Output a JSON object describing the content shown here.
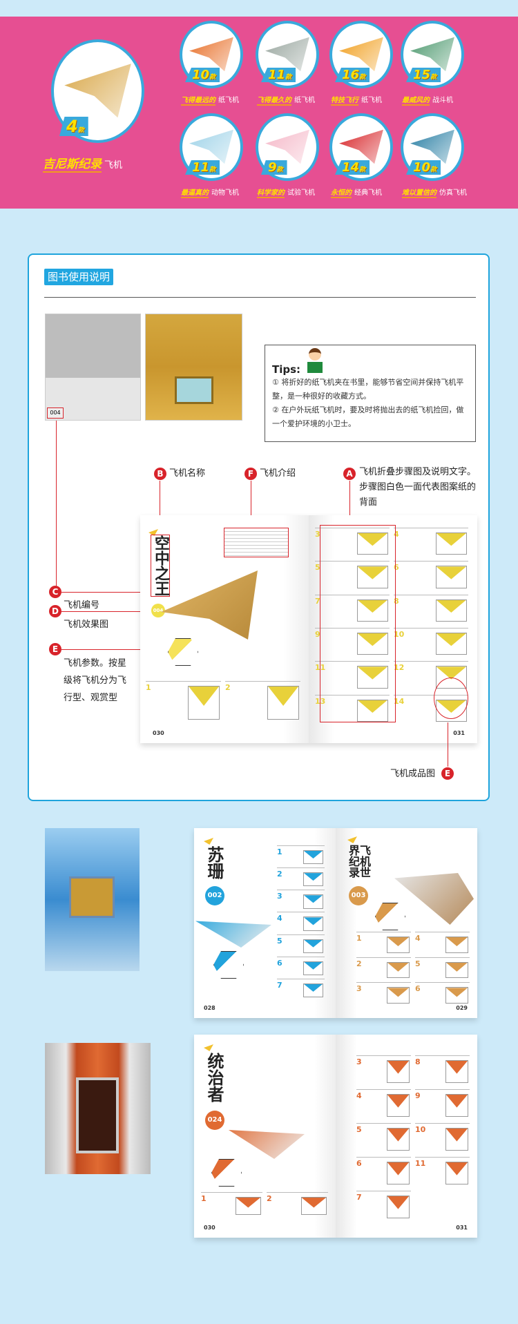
{
  "showcase": {
    "featured": {
      "count": "4",
      "unit": "款",
      "highlight": "吉尼斯纪录",
      "suffix": "飞机",
      "color": "#d9a84a"
    },
    "items": [
      {
        "count": "10",
        "unit": "款",
        "highlight": "飞得最远的",
        "suffix": "纸飞机",
        "color": "#e8702a"
      },
      {
        "count": "11",
        "unit": "款",
        "highlight": "飞得最久的",
        "suffix": "纸飞机",
        "color": "#9aa7a0"
      },
      {
        "count": "16",
        "unit": "款",
        "highlight": "特技飞行",
        "suffix": "纸飞机",
        "color": "#f1a021"
      },
      {
        "count": "15",
        "unit": "款",
        "highlight": "最威风的",
        "suffix": "战斗机",
        "color": "#4f9a70"
      },
      {
        "count": "11",
        "unit": "款",
        "highlight": "最逼真的",
        "suffix": "动物飞机",
        "color": "#9fd3e8"
      },
      {
        "count": "9",
        "unit": "款",
        "highlight": "科学家的",
        "suffix": "试验飞机",
        "color": "#f5b8c8"
      },
      {
        "count": "14",
        "unit": "款",
        "highlight": "永恒的",
        "suffix": "经典飞机",
        "color": "#d8272b"
      },
      {
        "count": "10",
        "unit": "款",
        "highlight": "难以置信的",
        "suffix": "仿真飞机",
        "color": "#2a7fa4"
      }
    ]
  },
  "guide": {
    "title": "图书使用说明",
    "sample_number": "004",
    "tips": {
      "heading": "Tips:",
      "line1": "① 将折好的纸飞机夹在书里，能够节省空间并保持飞机平整，是一种很好的收藏方式。",
      "line2": "② 在户外玩纸飞机时，要及时将抛出去的纸飞机捡回，做一个爱护环境的小卫士。"
    },
    "callouts": {
      "A": {
        "letter": "A",
        "text": "飞机折叠步骤图及说明文字。步骤图白色一面代表图案纸的背面"
      },
      "B": {
        "letter": "B",
        "text": "飞机名称"
      },
      "C": {
        "letter": "C",
        "text": "飞机编号"
      },
      "D": {
        "letter": "D",
        "text": "飞机效果图"
      },
      "E1": {
        "letter": "E",
        "text": "飞机参数。按星级将飞机分为飞行型、观赏型"
      },
      "E2": {
        "letter": "E",
        "text": "飞机成品图"
      },
      "F": {
        "letter": "F",
        "text": "飞机介绍"
      }
    },
    "spread": {
      "title": "空中之王",
      "number": "004",
      "page_left": "030",
      "page_right": "031",
      "left_steps": [
        "1",
        "2"
      ],
      "right_steps": [
        "3",
        "4",
        "5",
        "6",
        "7",
        "8",
        "9",
        "10",
        "11",
        "12",
        "13",
        "14"
      ]
    }
  },
  "examples": [
    {
      "left": {
        "title": "苏珊",
        "number": "002",
        "page": "028",
        "steps": [
          "1",
          "2",
          "3",
          "4",
          "5",
          "6",
          "7"
        ],
        "color": "#22a3dc"
      },
      "right": {
        "title": "飞机世界纪录",
        "number": "003",
        "page": "029",
        "steps": [
          "1",
          "4",
          "2",
          "5",
          "3",
          "6"
        ],
        "color": "#d99a4c"
      }
    },
    {
      "left": {
        "title": "统治者",
        "number": "024",
        "page": "030",
        "steps": [
          "1",
          "2"
        ],
        "color": "#e06a32"
      },
      "right": {
        "page": "031",
        "steps": [
          "3",
          "8",
          "4",
          "9",
          "5",
          "10",
          "6",
          "11",
          "7"
        ],
        "color": "#e06a32"
      }
    }
  ]
}
